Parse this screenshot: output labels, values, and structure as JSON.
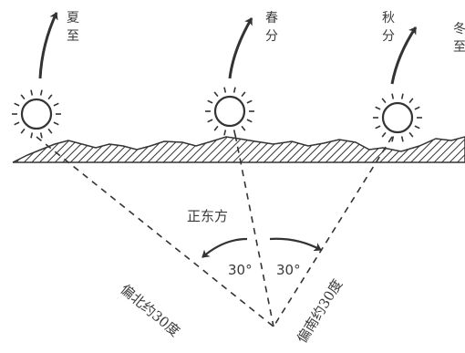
{
  "season_labels": {
    "summer_solstice": "夏至",
    "spring_equinox": "春分",
    "autumn_equinox": "秋分",
    "winter_solstice": "冬至"
  },
  "direction_labels": {
    "due_east": "正东方",
    "north_of_east": "偏北约30度",
    "south_of_east": "偏南约30度"
  },
  "angle_labels": {
    "left": "30°",
    "right": "30°"
  }
}
